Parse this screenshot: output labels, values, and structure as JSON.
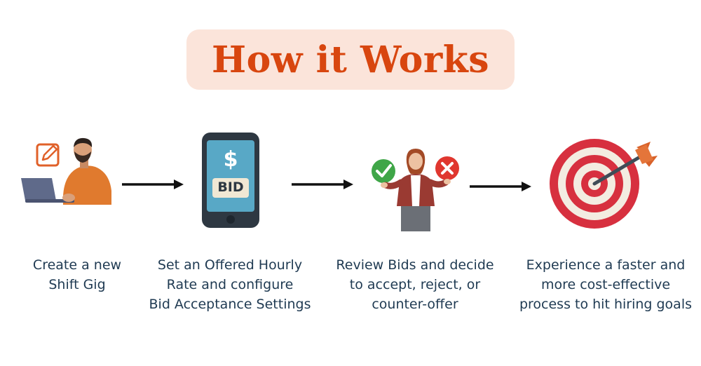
{
  "title": "How it Works",
  "colors": {
    "title_text": "#d8460f",
    "title_bg": "#fbe4da",
    "caption_text": "#1f3a52",
    "arrow": "#111111",
    "target_red": "#d7303f",
    "shirt_orange": "#e07a2e",
    "phone_screen": "#58a8c6"
  },
  "steps": [
    {
      "icon": "person-laptop-edit-icon",
      "lines": [
        "Create a new",
        "Shift Gig"
      ]
    },
    {
      "icon": "phone-bid-icon",
      "phone_dollar": "$",
      "phone_label": "BID",
      "lines": [
        "Set an Offered Hourly",
        "Rate and configure",
        "Bid Acceptance Settings"
      ]
    },
    {
      "icon": "person-accept-reject-icon",
      "lines": [
        "Review Bids and decide",
        "to accept, reject, or",
        "counter-offer"
      ]
    },
    {
      "icon": "target-arrow-icon",
      "lines": [
        "Experience a faster and",
        "more cost-effective",
        "process to hit hiring goals"
      ]
    }
  ]
}
